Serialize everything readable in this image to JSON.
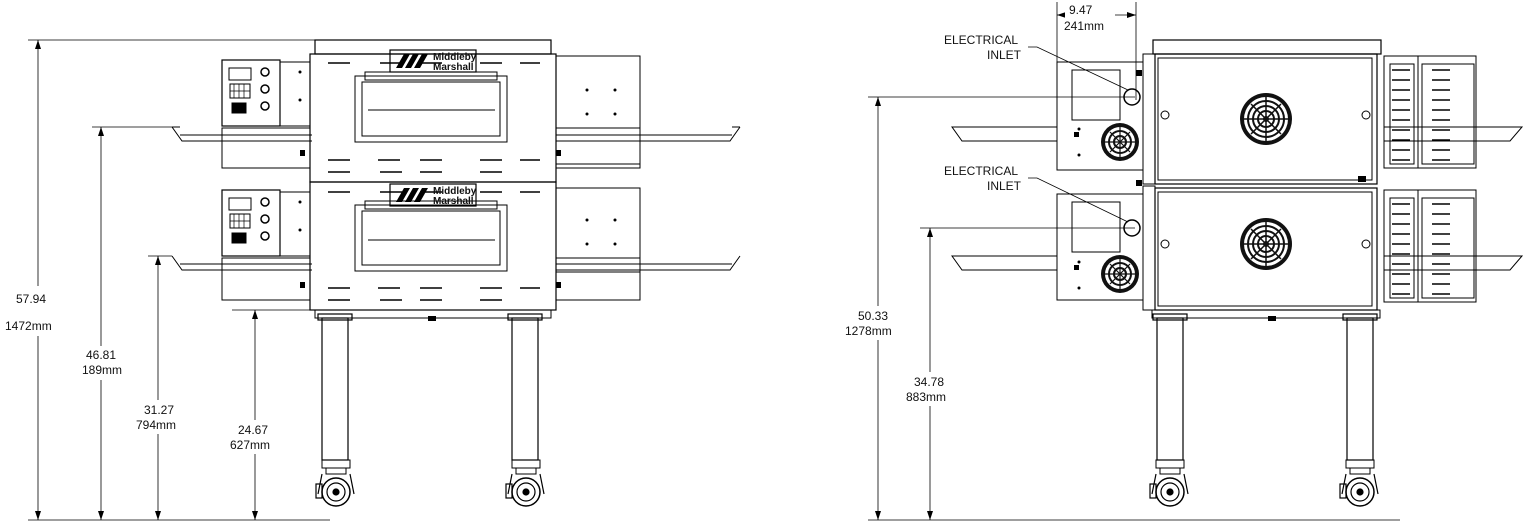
{
  "brand": {
    "line1": "Middleby",
    "line2": "Marshall"
  },
  "front_view": {
    "dimensions": [
      {
        "value": "57.94",
        "metric": "1472mm"
      },
      {
        "value": "46.81",
        "metric": "189mm"
      },
      {
        "value": "31.27",
        "metric": "794mm"
      },
      {
        "value": "24.67",
        "metric": "627mm"
      }
    ]
  },
  "rear_view": {
    "inlet_offset": {
      "value": "9.47",
      "metric": "241mm"
    },
    "labels": {
      "upper_line1": "ELECTRICAL",
      "upper_line2": "INLET",
      "lower_line1": "ELECTRICAL",
      "lower_line2": "INLET"
    },
    "dimensions": [
      {
        "value": "50.33",
        "metric": "1278mm"
      },
      {
        "value": "34.78",
        "metric": "883mm"
      }
    ]
  }
}
